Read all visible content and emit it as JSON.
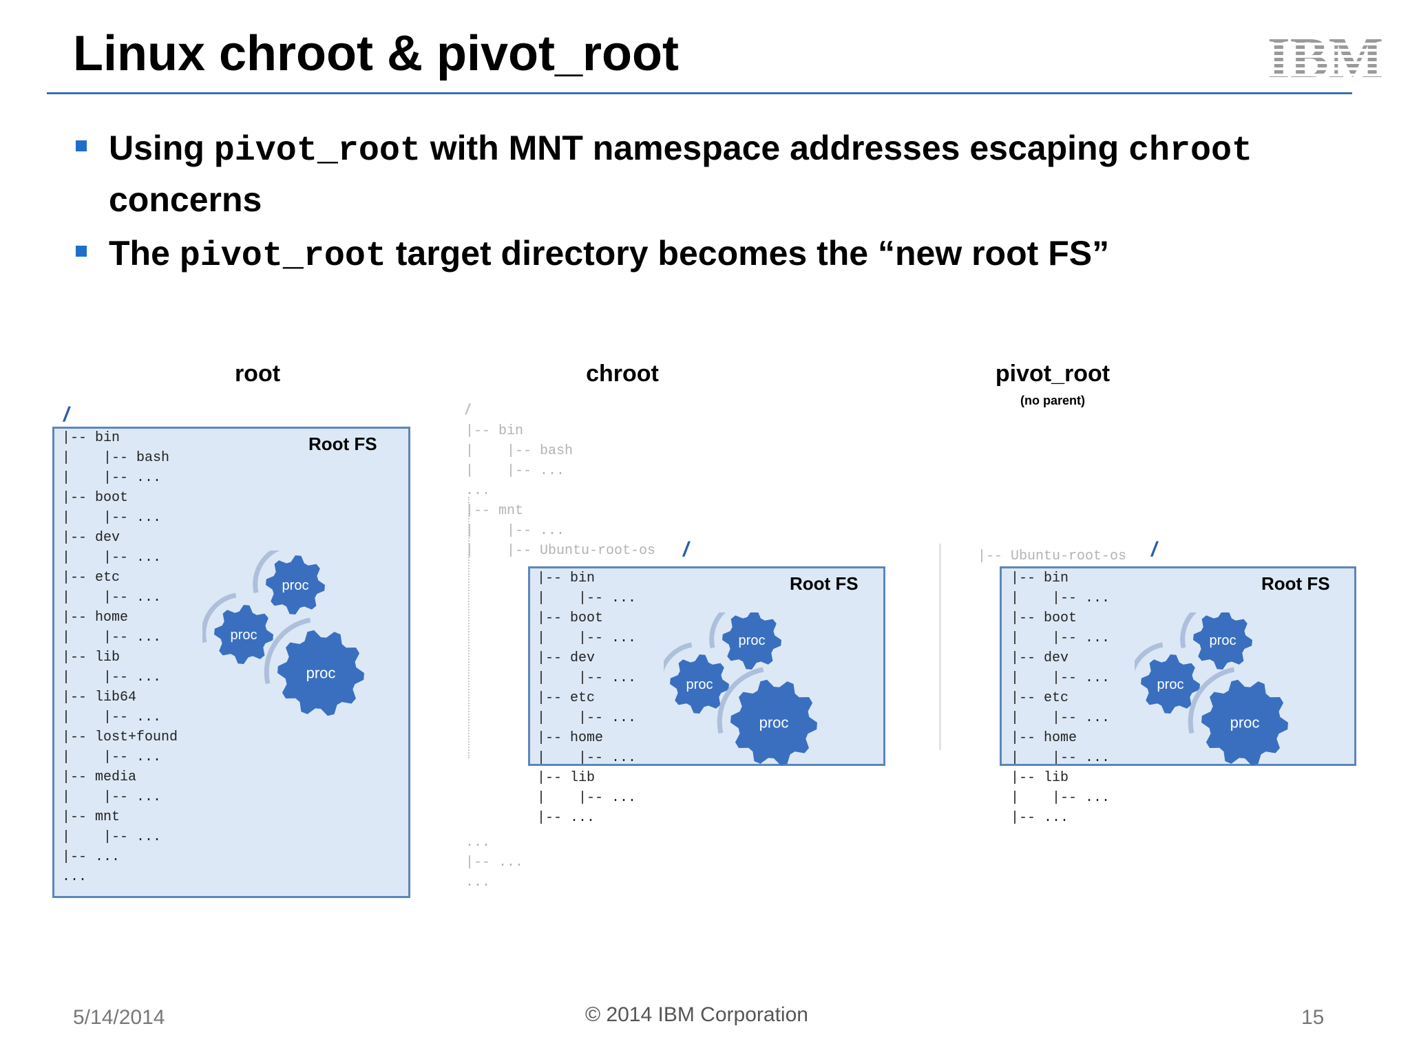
{
  "title": "Linux chroot & pivot_root",
  "logo": {
    "text": "IBM",
    "icon": "ibm-logo-icon",
    "color": "#9a9a9a"
  },
  "bullets": [
    {
      "pre": "Using ",
      "code1": "pivot_root",
      "mid": " with MNT namespace addresses escaping ",
      "code2": "chroot",
      "post": " concerns"
    },
    {
      "pre": "The ",
      "code1": "pivot_root",
      "post": " target directory becomes the “new root FS”"
    }
  ],
  "columns": {
    "root": {
      "heading": "root",
      "slash": "/",
      "box_label": "Root FS",
      "tree": "|-- bin\n|    |-- bash\n|    |-- ...\n|-- boot\n|    |-- ...\n|-- dev\n|    |-- ...\n|-- etc\n|    |-- ...\n|-- home\n|    |-- ...\n|-- lib\n|    |-- ...\n|-- lib64\n|    |-- ...\n|-- lost+found\n|    |-- ...\n|-- media\n|    |-- ...\n|-- mnt\n|    |-- ...\n|-- ...\n..."
    },
    "chroot": {
      "heading": "chroot",
      "slash_outer": "/",
      "outer_tree": "|-- bin\n|    |-- bash\n|    |-- ...\n...\n|-- mnt\n|    |-- ...\n|    |-- Ubuntu-root-os",
      "slash_inner": "/",
      "box_label": "Root FS",
      "tree": "|-- bin\n|    |-- ...\n|-- boot\n|    |-- ...\n|-- dev\n|    |-- ...\n|-- etc\n|    |-- ...\n|-- home\n|    |-- ...\n|-- lib\n|    |-- ...\n|-- ...",
      "outer_tail": "...\n|-- ...\n..."
    },
    "pivot_root": {
      "heading": "pivot_root",
      "subheading": "(no parent)",
      "outer_line": "|-- Ubuntu-root-os",
      "slash_inner": "/",
      "box_label": "Root FS",
      "tree": "|-- bin\n|    |-- ...\n|-- boot\n|    |-- ...\n|-- dev\n|    |-- ...\n|-- etc\n|    |-- ...\n|-- home\n|    |-- ...\n|-- lib\n|    |-- ...\n|-- ..."
    }
  },
  "gear_label": "proc",
  "colors": {
    "accent": "#1f6fc8",
    "box_fill": "#dce8f5",
    "box_border": "#5b86bc",
    "gear": "#3a6fc0"
  },
  "footer": {
    "date": "5/14/2014",
    "copyright": "© 2014 IBM Corporation",
    "page": "15"
  }
}
